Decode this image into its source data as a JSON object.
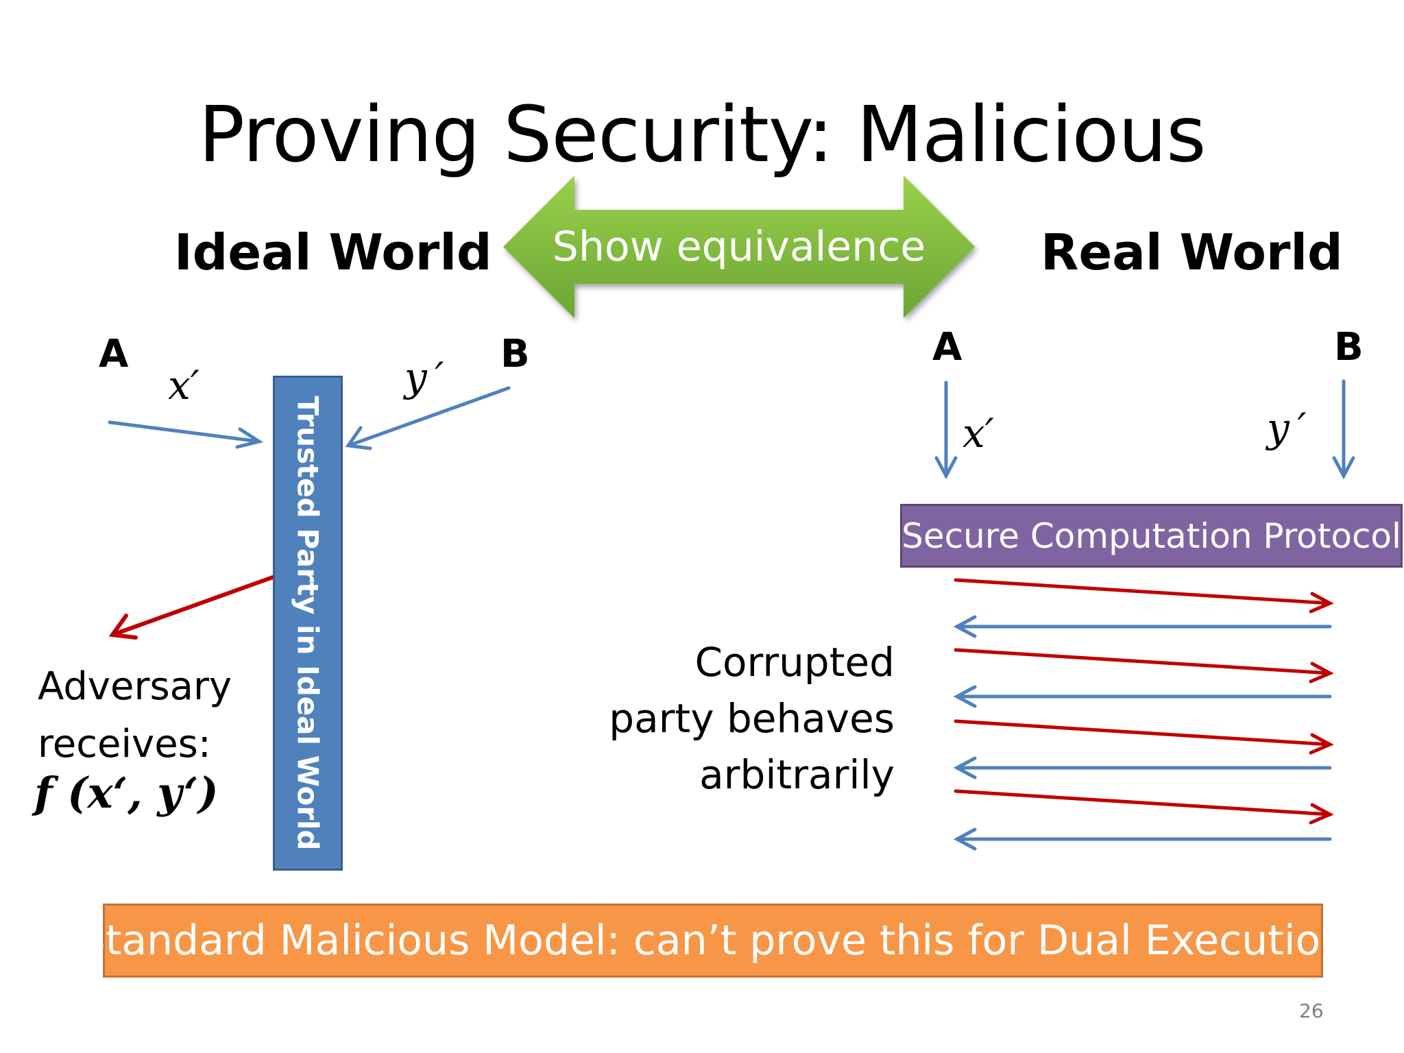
{
  "slide": {
    "title": "Proving Security: Malicious",
    "page_number": "26"
  },
  "equivalence": {
    "label": "Show equivalence",
    "color": "#8cc63f"
  },
  "ideal_world": {
    "heading": "Ideal World",
    "party_a": "A",
    "party_b": "B",
    "input_a": "x′",
    "input_b": "y ′",
    "trusted_party": "Trusted Party in Ideal World",
    "adversary_text": [
      "Adversary",
      "receives:"
    ],
    "adversary_output": "f (x‘, y‘)"
  },
  "real_world": {
    "heading": "Real World",
    "party_a": "A",
    "party_b": "B",
    "input_a": "x′",
    "input_b": "y ′",
    "protocol": "Secure Computation Protocol",
    "corrupted_text": [
      "Corrupted",
      "party behaves",
      "arbitrarily"
    ]
  },
  "footer": {
    "text": "Standard Malicious Model: can’t prove this for Dual Execution"
  },
  "colors": {
    "blue_arrow": "#4f81bd",
    "red_arrow": "#c00000",
    "trusted_bar": "#4f81bd",
    "protocol_box": "#8064a2",
    "footer_box": "#f79646"
  }
}
